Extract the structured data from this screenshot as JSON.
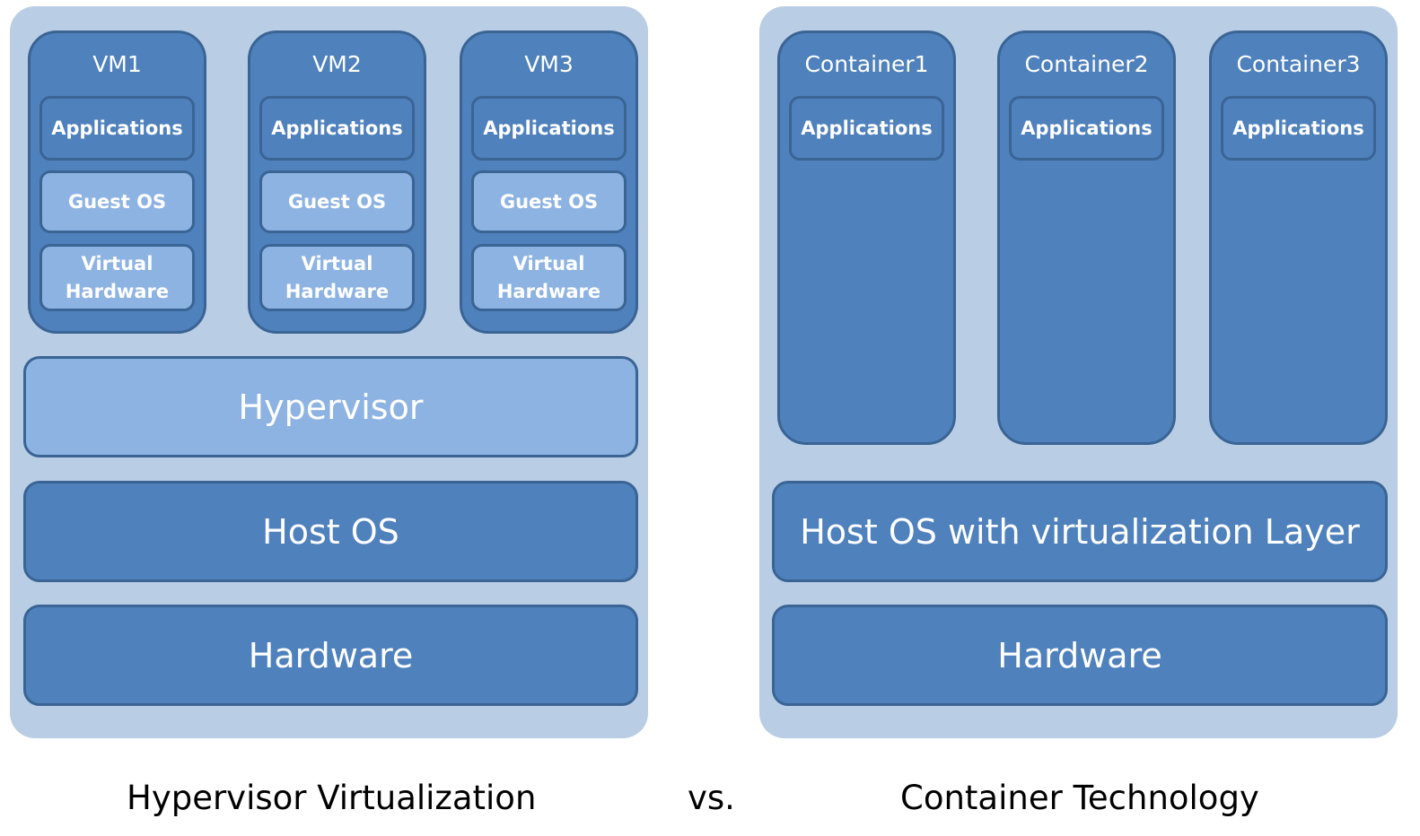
{
  "left": {
    "vms": [
      {
        "title": "VM1",
        "apps": "Applications",
        "guest": "Guest OS",
        "vhw": "Virtual Hardware"
      },
      {
        "title": "VM2",
        "apps": "Applications",
        "guest": "Guest OS",
        "vhw": "Virtual Hardware"
      },
      {
        "title": "VM3",
        "apps": "Applications",
        "guest": "Guest OS",
        "vhw": "Virtual Hardware"
      }
    ],
    "hypervisor": "Hypervisor",
    "host_os": "Host OS",
    "hardware": "Hardware",
    "caption": "Hypervisor Virtualization"
  },
  "vs": "vs.",
  "right": {
    "containers": [
      {
        "title": "Container1",
        "apps": "Applications"
      },
      {
        "title": "Container2",
        "apps": "Applications"
      },
      {
        "title": "Container3",
        "apps": "Applications"
      }
    ],
    "host_os": "Host OS with virtualization Layer",
    "hardware": "Hardware",
    "caption": "Container Technology"
  },
  "colors": {
    "panel": "#b9cde5",
    "dark_block": "#4f81bd",
    "light_block": "#8db3e2",
    "border": "#3a6494"
  }
}
